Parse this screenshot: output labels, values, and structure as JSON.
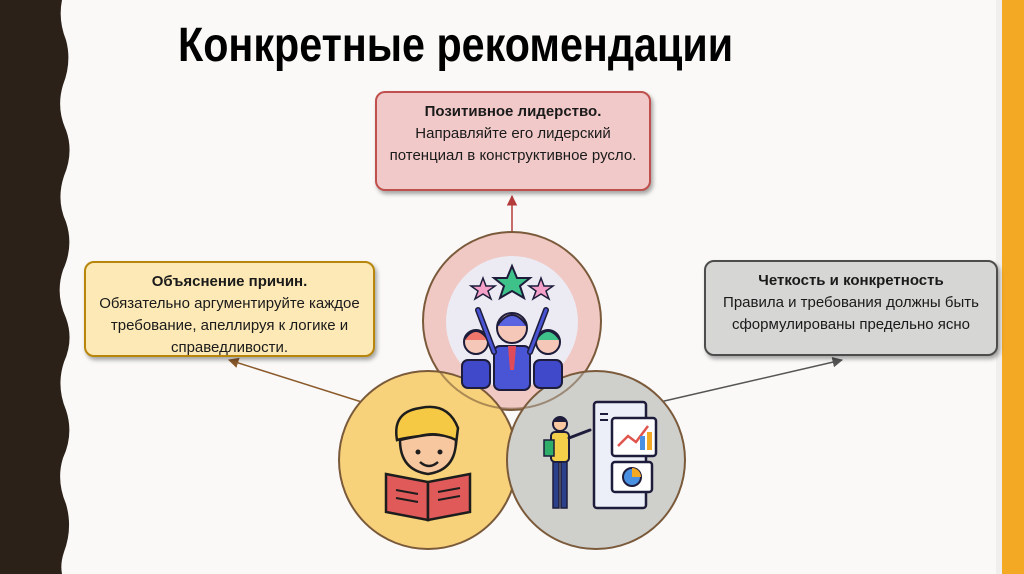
{
  "title": "Конкретные рекомендации",
  "boxes": {
    "top": {
      "heading": "Позитивное лидерство.",
      "body": "Направляйте его лидерский потенциал в конструктивное русло."
    },
    "left": {
      "heading": "Объяснение причин.",
      "body": "Обязательно аргументируйте каждое требование, апеллируя к логике и справедливости."
    },
    "right": {
      "heading": "Четкость и конкретность",
      "body": "Правила и требования должны быть сформулированы предельно ясно"
    }
  },
  "colors": {
    "accent_bar": "#f4a924",
    "top_box_fill": "#f2c9c9",
    "top_box_border": "#c0504d",
    "left_box_fill": "#fde9b6",
    "left_box_border": "#b8860b",
    "right_box_fill": "#d6d6d4",
    "right_box_border": "#4d4d4d",
    "circle_top": "#f0c8c4",
    "circle_left": "#f7d27a",
    "circle_right": "#cfcfcc"
  },
  "icons": {
    "top_circle": "team-celebration-stars-icon",
    "left_circle": "boy-reading-book-icon",
    "right_circle": "presenter-analytics-board-icon"
  }
}
